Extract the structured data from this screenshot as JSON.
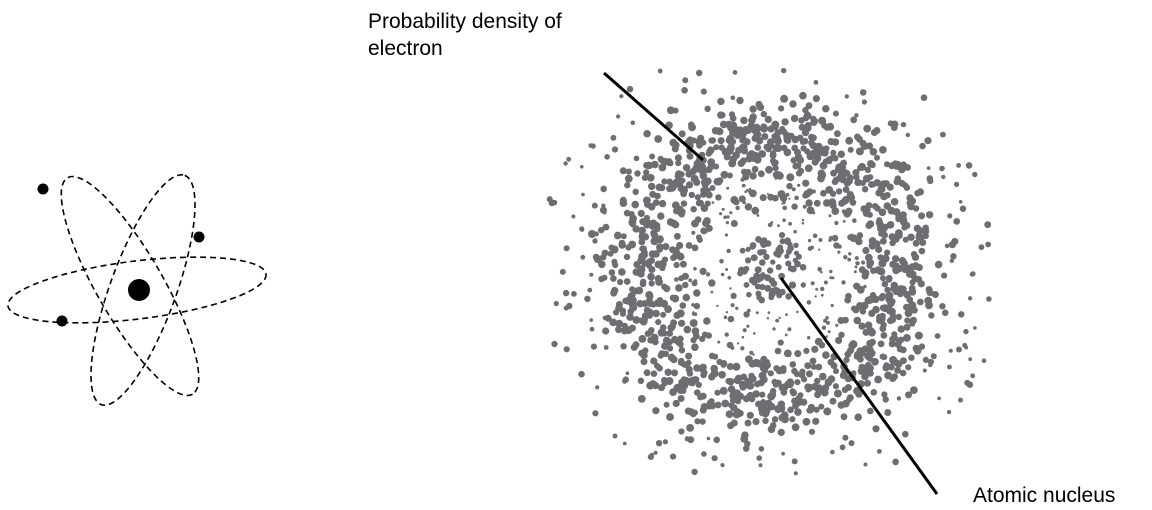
{
  "labels": {
    "density_line1": "Probability density of",
    "density_line2": "electron",
    "nucleus": "Atomic nucleus"
  },
  "colors": {
    "ink": "#000000",
    "cloud_dot": "#6d6d72",
    "background": "#ffffff"
  },
  "figures": {
    "left": "bohr-atom-model",
    "right": "electron-probability-cloud"
  }
}
